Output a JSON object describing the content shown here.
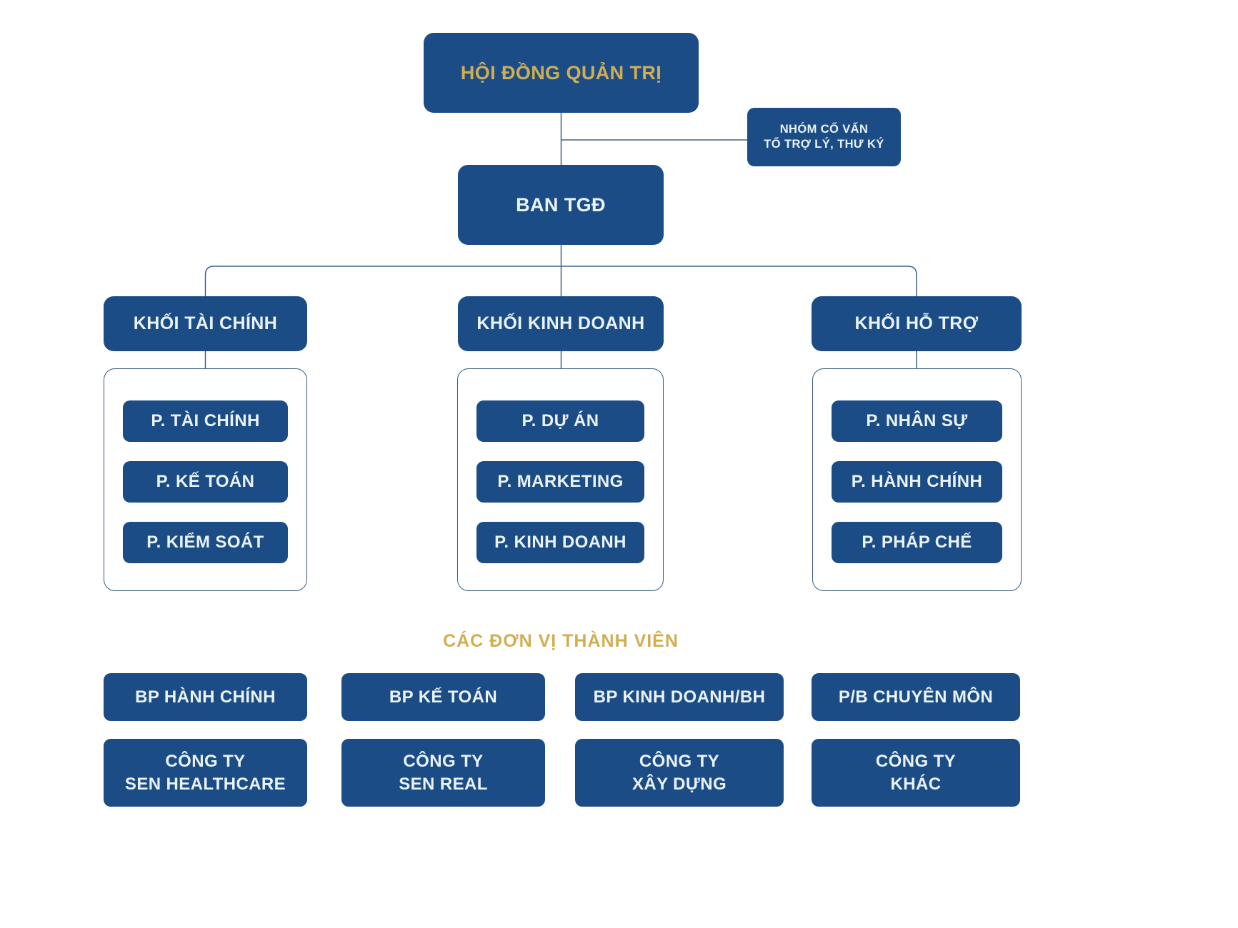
{
  "colors": {
    "boxBlue": "#1b4c85",
    "gold": "#d1ae52",
    "line": "#41608a",
    "containerBorder": "#3a5b82",
    "textLight": "#eaf3fa",
    "background": "#ffffff"
  },
  "chart": {
    "root": {
      "label": "HỘI ĐỒNG QUẢN TRỊ"
    },
    "advisor": {
      "label": "NHÓM CỐ VẤN\nTỔ TRỢ LÝ, THƯ KÝ"
    },
    "ceo": {
      "label": "BAN TGĐ"
    },
    "divisions": [
      {
        "label": "KHỐI TÀI CHÍNH",
        "departments": [
          "P. TÀI CHÍNH",
          "P. KẾ TOÁN",
          "P. KIỂM SOÁT"
        ]
      },
      {
        "label": "KHỐI KINH DOANH",
        "departments": [
          "P. DỰ ÁN",
          "P. MARKETING",
          "P. KINH DOANH"
        ]
      },
      {
        "label": "KHỐI HỖ TRỢ",
        "departments": [
          "P. NHÂN SỰ",
          "P. HÀNH CHÍNH",
          "P. PHÁP CHẾ"
        ]
      }
    ],
    "members": {
      "title": "CÁC ĐƠN VỊ THÀNH VIÊN",
      "units": [
        "BP HÀNH CHÍNH",
        "BP KẾ TOÁN",
        "BP KINH DOANH/BH",
        "P/B CHUYÊN MÔN"
      ],
      "companies": [
        "CÔNG TY\nSEN HEALTHCARE",
        "CÔNG TY\nSEN REAL",
        "CÔNG TY\nXÂY DỰNG",
        "CÔNG TY\nKHÁC"
      ]
    }
  }
}
